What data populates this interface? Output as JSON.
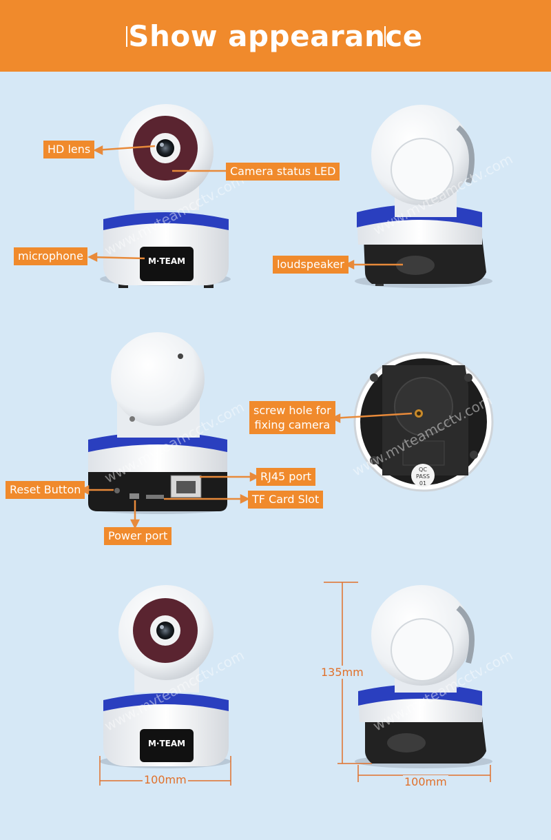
{
  "banner": {
    "title": "Show appearance"
  },
  "labels": {
    "hd_lens": "HD lens",
    "camera_status_led": "Camera status LED",
    "microphone": "microphone",
    "loudspeaker": "loudspeaker",
    "screw_hole": "screw hole for fixing camera",
    "screw_hole_line1": "screw hole for",
    "screw_hole_line2": "fixing camera",
    "rj45_port": "RJ45 port",
    "reset_button": "Reset Button",
    "tf_card_slot": "TF Card Slot",
    "power_port": "Power port"
  },
  "dimensions": {
    "height": "135mm",
    "width_front": "100mm",
    "width_side": "100mm"
  },
  "brand": "M·TEAM",
  "qc_sticker": {
    "line1": "QC",
    "line2": "PASS",
    "line3": "01"
  },
  "watermark": "www.mvteamcctv.com",
  "colors": {
    "banner": "#f08a2c",
    "background": "#d6e8f6",
    "stripe": "#2a3fbf",
    "dimension": "#e0702a"
  }
}
